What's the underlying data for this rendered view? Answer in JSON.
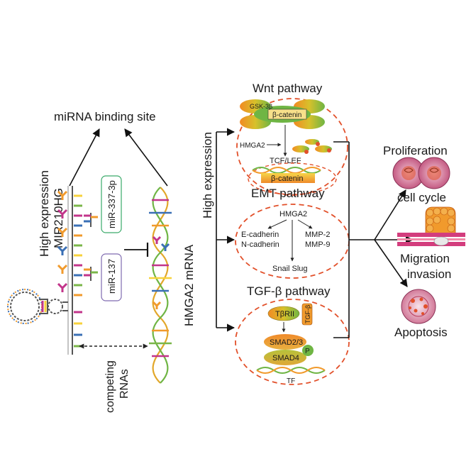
{
  "left": {
    "binding_site": "miRNA binding site",
    "lnc_label_line1": "High expression",
    "lnc_label_line2": "MIR210HG",
    "mir1": "miR-337-3p",
    "mir2": "miR-137",
    "mrna_label": "HMGA2 mRNA",
    "competing_line1": "competing",
    "competing_line2": "RNAs"
  },
  "middle": {
    "high_expression": "High expression"
  },
  "wnt": {
    "title": "Wnt pathway",
    "gsk": "GSK-3β",
    "bcat_top": "β-catenin",
    "hmga2": "HMGA2",
    "tcf": "TCF/LEF",
    "bcat_bottom": "β-catenin"
  },
  "emt": {
    "title": "EMT pathway",
    "hmga2": "HMGA2",
    "ecad": "E-cadherin",
    "ncad": "N-cadherin",
    "mmp2": "MMP-2",
    "mmp9": "MMP-9",
    "snail": "Snail Slug"
  },
  "tgf": {
    "title": "TGF-β pathway",
    "tbrii": "TβRII",
    "tgfb": "TGF-β",
    "smad23": "SMAD2/3",
    "smad4": "SMAD4",
    "p": "P",
    "tf": "TF"
  },
  "outcomes": {
    "proliferation": "Proliferation",
    "cell_cycle": "cell cycle",
    "migration": "Migration",
    "invasion": "invasion",
    "apoptosis": "Apoptosis"
  },
  "colors": {
    "dash_red": "#e2502a",
    "green": "#7ab648",
    "orange": "#f19a2c",
    "yellow": "#f7d23c",
    "magenta": "#c2348a",
    "pink_cell": "#d57a9a",
    "blue": "#3a6fb5",
    "mint_box": "#3aaa6a",
    "lilac_box": "#7f6bb0"
  }
}
